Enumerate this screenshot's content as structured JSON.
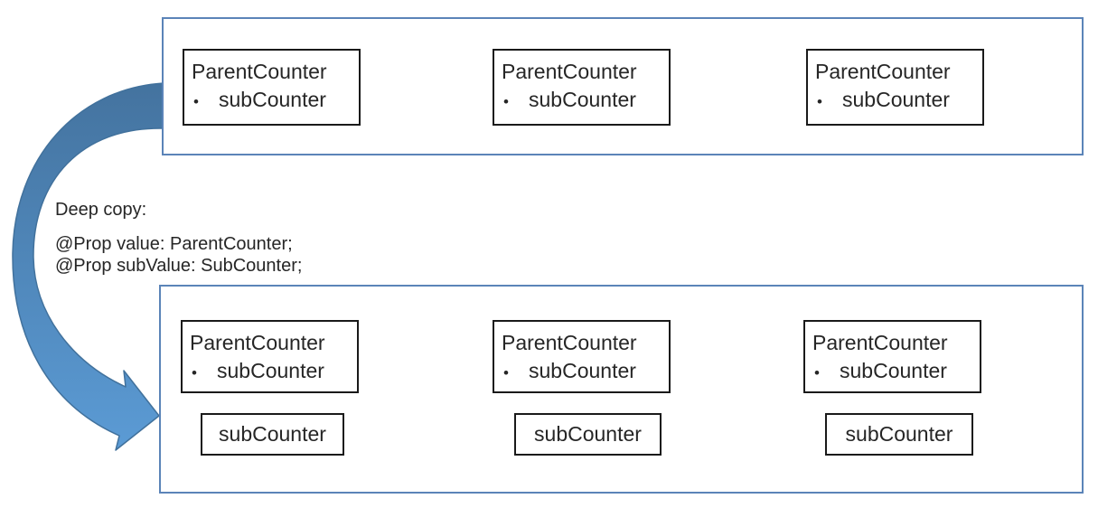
{
  "diagram": {
    "bullet_glyph": "•",
    "note": {
      "heading": "Deep copy:",
      "code_lines": [
        "@Prop value: ParentCounter;",
        "@Prop subValue: SubCounter;"
      ]
    },
    "top_group": {
      "items": [
        {
          "title": "ParentCounter",
          "member": "subCounter"
        },
        {
          "title": "ParentCounter",
          "member": "subCounter"
        },
        {
          "title": "ParentCounter",
          "member": "subCounter"
        }
      ]
    },
    "bottom_group": {
      "items": [
        {
          "title": "ParentCounter",
          "member": "subCounter",
          "sub_box_label": "subCounter"
        },
        {
          "title": "ParentCounter",
          "member": "subCounter",
          "sub_box_label": "subCounter"
        },
        {
          "title": "ParentCounter",
          "member": "subCounter",
          "sub_box_label": "subCounter"
        }
      ]
    },
    "icons": {
      "arrow": "curved-deep-copy-arrow"
    },
    "colors": {
      "container_border": "#5b84b8",
      "box_border": "#1a1a1a",
      "text": "#262626",
      "arrow_fill_top": "#44739f",
      "arrow_fill_bottom": "#5b9bd5",
      "arrow_stroke": "#41719c"
    }
  }
}
